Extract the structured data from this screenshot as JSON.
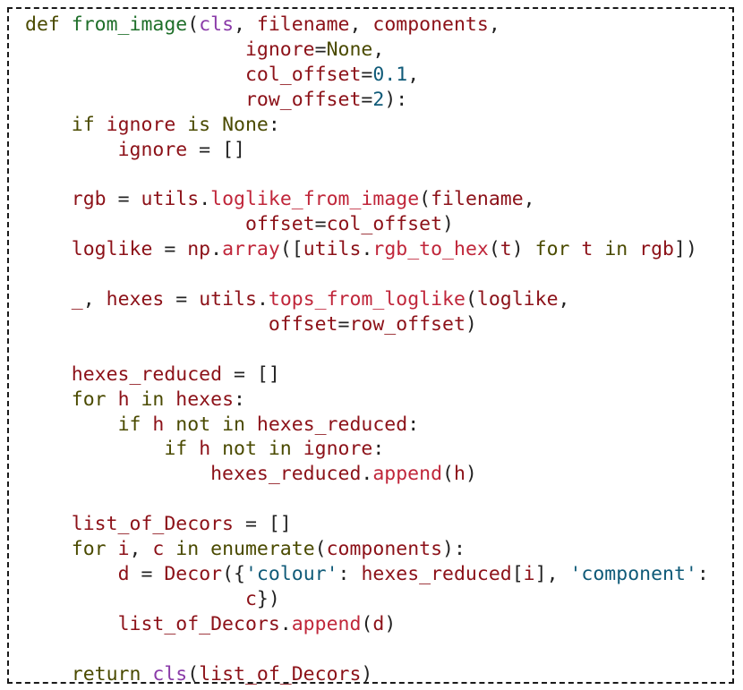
{
  "code": {
    "language": "python",
    "lines": [
      [
        [
          "kw",
          "def "
        ],
        [
          "fn",
          "from_image"
        ],
        [
          "pun",
          "("
        ],
        [
          "bi",
          "cls"
        ],
        [
          "pun",
          ", "
        ],
        [
          "var",
          "filename"
        ],
        [
          "pun",
          ", "
        ],
        [
          "var",
          "components"
        ],
        [
          "pun",
          ","
        ]
      ],
      [
        [
          "pun",
          "                   "
        ],
        [
          "var",
          "ignore"
        ],
        [
          "pun",
          "="
        ],
        [
          "kw",
          "None"
        ],
        [
          "pun",
          ","
        ]
      ],
      [
        [
          "pun",
          "                   "
        ],
        [
          "var",
          "col_offset"
        ],
        [
          "pun",
          "="
        ],
        [
          "num",
          "0.1"
        ],
        [
          "pun",
          ","
        ]
      ],
      [
        [
          "pun",
          "                   "
        ],
        [
          "var",
          "row_offset"
        ],
        [
          "pun",
          "="
        ],
        [
          "num",
          "2"
        ],
        [
          "pun",
          "):"
        ]
      ],
      [
        [
          "pun",
          "    "
        ],
        [
          "kw",
          "if "
        ],
        [
          "var",
          "ignore"
        ],
        [
          "kw",
          " is None"
        ],
        [
          "pun",
          ":"
        ]
      ],
      [
        [
          "pun",
          "        "
        ],
        [
          "var",
          "ignore"
        ],
        [
          "pun",
          " = []"
        ]
      ],
      [],
      [
        [
          "pun",
          "    "
        ],
        [
          "var",
          "rgb"
        ],
        [
          "pun",
          " = "
        ],
        [
          "var",
          "utils"
        ],
        [
          "pun",
          "."
        ],
        [
          "call",
          "loglike_from_image"
        ],
        [
          "pun",
          "("
        ],
        [
          "var",
          "filename"
        ],
        [
          "pun",
          ","
        ]
      ],
      [
        [
          "pun",
          "                   "
        ],
        [
          "var",
          "offset"
        ],
        [
          "pun",
          "="
        ],
        [
          "var",
          "col_offset"
        ],
        [
          "pun",
          ")"
        ]
      ],
      [
        [
          "pun",
          "    "
        ],
        [
          "var",
          "loglike"
        ],
        [
          "pun",
          " = "
        ],
        [
          "var",
          "np"
        ],
        [
          "pun",
          "."
        ],
        [
          "call",
          "array"
        ],
        [
          "pun",
          "(["
        ],
        [
          "var",
          "utils"
        ],
        [
          "pun",
          "."
        ],
        [
          "call",
          "rgb_to_hex"
        ],
        [
          "pun",
          "("
        ],
        [
          "var",
          "t"
        ],
        [
          "pun",
          ") "
        ],
        [
          "kw",
          "for "
        ],
        [
          "var",
          "t"
        ],
        [
          "kw",
          " in "
        ],
        [
          "var",
          "rgb"
        ],
        [
          "pun",
          "])"
        ]
      ],
      [],
      [
        [
          "pun",
          "    "
        ],
        [
          "var",
          "_"
        ],
        [
          "pun",
          ", "
        ],
        [
          "var",
          "hexes"
        ],
        [
          "pun",
          " = "
        ],
        [
          "var",
          "utils"
        ],
        [
          "pun",
          "."
        ],
        [
          "call",
          "tops_from_loglike"
        ],
        [
          "pun",
          "("
        ],
        [
          "var",
          "loglike"
        ],
        [
          "pun",
          ","
        ]
      ],
      [
        [
          "pun",
          "                     "
        ],
        [
          "var",
          "offset"
        ],
        [
          "pun",
          "="
        ],
        [
          "var",
          "row_offset"
        ],
        [
          "pun",
          ")"
        ]
      ],
      [],
      [
        [
          "pun",
          "    "
        ],
        [
          "var",
          "hexes_reduced"
        ],
        [
          "pun",
          " = []"
        ]
      ],
      [
        [
          "pun",
          "    "
        ],
        [
          "kw",
          "for "
        ],
        [
          "var",
          "h"
        ],
        [
          "kw",
          " in "
        ],
        [
          "var",
          "hexes"
        ],
        [
          "pun",
          ":"
        ]
      ],
      [
        [
          "pun",
          "        "
        ],
        [
          "kw",
          "if "
        ],
        [
          "var",
          "h"
        ],
        [
          "kw",
          " not in "
        ],
        [
          "var",
          "hexes_reduced"
        ],
        [
          "pun",
          ":"
        ]
      ],
      [
        [
          "pun",
          "            "
        ],
        [
          "kw",
          "if "
        ],
        [
          "var",
          "h"
        ],
        [
          "kw",
          " not in "
        ],
        [
          "var",
          "ignore"
        ],
        [
          "pun",
          ":"
        ]
      ],
      [
        [
          "pun",
          "                "
        ],
        [
          "var",
          "hexes_reduced"
        ],
        [
          "pun",
          "."
        ],
        [
          "call",
          "append"
        ],
        [
          "pun",
          "("
        ],
        [
          "var",
          "h"
        ],
        [
          "pun",
          ")"
        ]
      ],
      [],
      [
        [
          "pun",
          "    "
        ],
        [
          "var",
          "list_of_Decors"
        ],
        [
          "pun",
          " = []"
        ]
      ],
      [
        [
          "pun",
          "    "
        ],
        [
          "kw",
          "for "
        ],
        [
          "var",
          "i"
        ],
        [
          "pun",
          ", "
        ],
        [
          "var",
          "c"
        ],
        [
          "kw",
          " in "
        ],
        [
          "kw",
          "enumerate"
        ],
        [
          "pun",
          "("
        ],
        [
          "var",
          "components"
        ],
        [
          "pun",
          "):"
        ]
      ],
      [
        [
          "pun",
          "        "
        ],
        [
          "var",
          "d"
        ],
        [
          "pun",
          " = "
        ],
        [
          "var",
          "Decor"
        ],
        [
          "pun",
          "({"
        ],
        [
          "str",
          "'colour'"
        ],
        [
          "pun",
          ": "
        ],
        [
          "var",
          "hexes_reduced"
        ],
        [
          "pun",
          "["
        ],
        [
          "var",
          "i"
        ],
        [
          "pun",
          "], "
        ],
        [
          "str",
          "'component'"
        ],
        [
          "pun",
          ":"
        ]
      ],
      [
        [
          "pun",
          "                   "
        ],
        [
          "var",
          "c"
        ],
        [
          "pun",
          "})"
        ]
      ],
      [
        [
          "pun",
          "        "
        ],
        [
          "var",
          "list_of_Decors"
        ],
        [
          "pun",
          "."
        ],
        [
          "call",
          "append"
        ],
        [
          "pun",
          "("
        ],
        [
          "var",
          "d"
        ],
        [
          "pun",
          ")"
        ]
      ],
      [],
      [
        [
          "pun",
          "    "
        ],
        [
          "kw",
          "return "
        ],
        [
          "bi",
          "cls"
        ],
        [
          "pun",
          "("
        ],
        [
          "var",
          "list_of_Decors"
        ],
        [
          "pun",
          ")"
        ]
      ]
    ]
  }
}
